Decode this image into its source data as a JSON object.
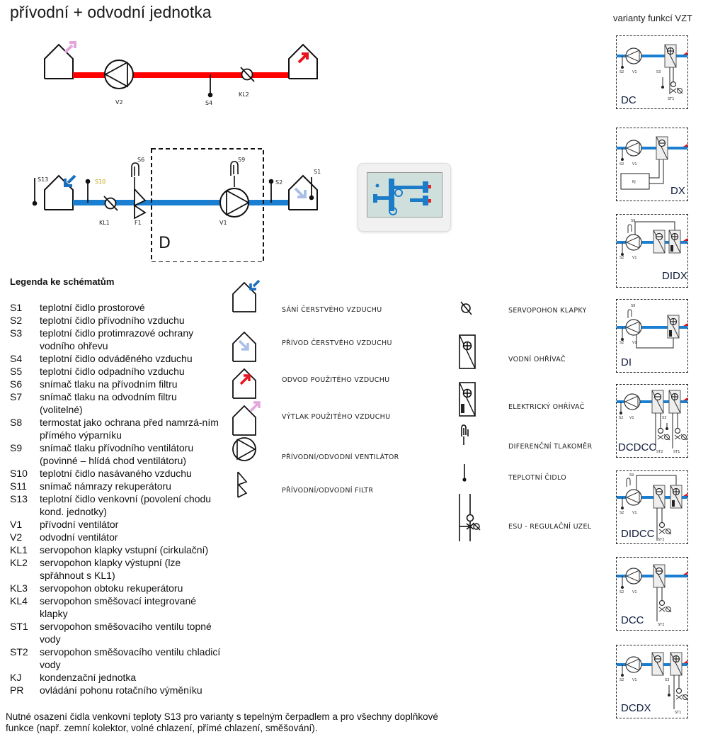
{
  "title": "přívodní + odvodní jednotka",
  "variants_title": "varianty funkcí VZT",
  "exhaust_diagram": {
    "labels": {
      "fan": "V2",
      "sensor": "S4",
      "damper": "KL2"
    },
    "duct_color": "#ff0000"
  },
  "supply_diagram": {
    "labels": {
      "outdoor_sensor": "S13",
      "intake_sensor": "S10",
      "damper": "KL1",
      "filter_pressure": "S6",
      "filter": "F1",
      "fan_pressure": "S9",
      "fan": "V1",
      "supply_sensor": "S2",
      "room_sensor": "S1",
      "module": "D"
    },
    "duct_color": "#1a7fd0"
  },
  "legend": {
    "heading": "Legenda ke schématům",
    "items": [
      {
        "code": "S1",
        "desc": "teplotní čidlo prostorové"
      },
      {
        "code": "S2",
        "desc": "teplotní čidlo přívodního vzduchu"
      },
      {
        "code": "S3",
        "desc": "teplotní čidlo protimrazové ochrany vodního ohřevu"
      },
      {
        "code": "S4",
        "desc": "teplotní čidlo odváděného vzduchu"
      },
      {
        "code": "S5",
        "desc": "teplotní čidlo odpadního vzduchu"
      },
      {
        "code": "S6",
        "desc": "snímač tlaku na přívodním filtru"
      },
      {
        "code": "S7",
        "desc": "snímač tlaku na odvodním filtru (volitelné)"
      },
      {
        "code": "S8",
        "desc": "termostat jako ochrana před namrzá-ním přímého výparníku"
      },
      {
        "code": "S9",
        "desc": "snímač tlaku přívodního ventilátoru (povinné – hlídá chod ventilátoru)"
      },
      {
        "code": "S10",
        "desc": "teplotní čidlo nasávaného vzduchu"
      },
      {
        "code": "S11",
        "desc": "snímač námrazy rekuperátoru"
      },
      {
        "code": "S13",
        "desc": "teplotní čidlo venkovní (povolení chodu kond. jednotky)"
      },
      {
        "code": "V1",
        "desc": "přívodní ventilátor"
      },
      {
        "code": "V2",
        "desc": "odvodní ventilátor"
      },
      {
        "code": "KL1",
        "desc": "servopohon klapky vstupní (cirkulační)"
      },
      {
        "code": "KL2",
        "desc": "servopohon klapky výstupní (lze spřáhnout s KL1)"
      },
      {
        "code": "KL3",
        "desc": "servopohon obtoku rekuperátoru"
      },
      {
        "code": "KL4",
        "desc": "servopohon směšovací integrované klapky"
      },
      {
        "code": "ST1",
        "desc": "servopohon směšovacího ventilu topné vody"
      },
      {
        "code": "ST2",
        "desc": "servopohon směšovacího ventilu chladicí vody"
      },
      {
        "code": "KJ",
        "desc": "kondenzační jednotka"
      },
      {
        "code": "PR",
        "desc": "ovládání pohonu rotačního výměníku"
      }
    ]
  },
  "symbols_left": [
    {
      "icon": "fresh-air-intake-icon",
      "label": "SÁNÍ ČERSTVÉHO VZDUCHU",
      "color": "#1a6fc0"
    },
    {
      "icon": "fresh-air-supply-icon",
      "label": "PŘÍVOD ČERSTVÉHO VZDUCHU",
      "color": "#a9bfe6"
    },
    {
      "icon": "used-air-extract-icon",
      "label": "ODVOD POUŽITÉHO VZDUCHU",
      "color": "#e8141e"
    },
    {
      "icon": "used-air-exhaust-icon",
      "label": "VÝTLAK POUŽITÉHO VZDUCHU",
      "color": "#e3a6dc"
    },
    {
      "icon": "fan-icon",
      "label": "PŘÍVODNÍ/ODVODNÍ VENTILÁTOR"
    },
    {
      "icon": "filter-icon",
      "label": "PŘÍVODNÍ/ODVODNÍ FILTR"
    }
  ],
  "symbols_right": [
    {
      "icon": "damper-actuator-icon",
      "label": "SERVOPOHON KLAPKY"
    },
    {
      "icon": "water-heater-icon",
      "label": "VODNÍ OHŘÍVAČ"
    },
    {
      "icon": "electric-heater-icon",
      "label": "ELEKTRICKÝ OHŘÍVAČ"
    },
    {
      "icon": "differential-pressure-gauge-icon",
      "label": "DIFERENČNÍ TLAKOMĚR"
    },
    {
      "icon": "temperature-sensor-icon",
      "label": "TEPLOTNÍ ČIDLO"
    },
    {
      "icon": "esu-control-node-icon",
      "label": "ESU - REGULAČNÍ UZEL"
    }
  ],
  "variants": [
    {
      "name": "DC",
      "labels": [
        "S2",
        "V1",
        "S3",
        "ST1"
      ]
    },
    {
      "name": "DX",
      "labels": [
        "S2",
        "V1",
        "KJ"
      ]
    },
    {
      "name": "DIDX",
      "labels": [
        "S9",
        "S2",
        "V1"
      ]
    },
    {
      "name": "DI",
      "labels": [
        "S9",
        "S2",
        "V1"
      ]
    },
    {
      "name": "DCDCC",
      "labels": [
        "S2",
        "V1",
        "S3",
        "ST2",
        "ST1"
      ]
    },
    {
      "name": "DIDCC",
      "labels": [
        "S9",
        "S2",
        "V1",
        "ST2"
      ]
    },
    {
      "name": "DCC",
      "labels": [
        "S2",
        "V1",
        "ST2"
      ]
    },
    {
      "name": "DCDX",
      "labels": [
        "S2",
        "V1",
        "S3",
        "ST1"
      ]
    }
  ],
  "footnote": "Nutné osazení čidla venkovní teploty S13 pro varianty s tepelným čerpadlem a pro všechny doplňkové funkce (např. zemní kolektor, volné chlazení, přímé chlazení, směšování).",
  "colors": {
    "supply_duct": "#1a7fd0",
    "exhaust_duct": "#ff0000"
  }
}
